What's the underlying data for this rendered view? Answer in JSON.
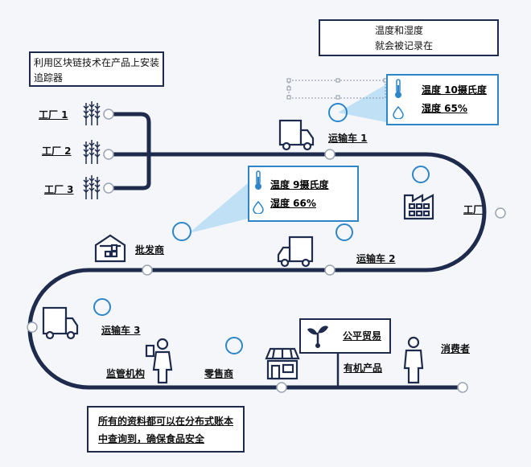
{
  "callouts": {
    "temp_record_line1": "温度和湿度",
    "temp_record_line2": "就会被记录在",
    "blockchain_line1": "利用区块链技术在产品上安装",
    "blockchain_line2": "追踪器",
    "ledger_line1": "所有的资料都可以在分布式账本",
    "ledger_line2": "中查询到，确保食品安全"
  },
  "sensors": {
    "sensor1": {
      "temperature": "温度 10摄氏度",
      "humidity": "湿度 65%"
    },
    "sensor2": {
      "temperature": "温度 9摄氏度",
      "humidity": "湿度 66%"
    }
  },
  "labels": {
    "factory1": "工厂 1",
    "factory2": "工厂 2",
    "factory3": "工厂 3",
    "truck1": "运输车 1",
    "factory": "工厂",
    "wholesaler": "批发商",
    "truck2": "运输车 2",
    "truck3": "运输车 3",
    "regulator": "监管机构",
    "retailer": "零售商",
    "fair_trade": "公平贸易",
    "organic": "有机产品",
    "consumer": "消费者"
  },
  "colors": {
    "path": "#1f2b4d",
    "accent": "#2e86c8",
    "beam": "#bfe0f5"
  }
}
